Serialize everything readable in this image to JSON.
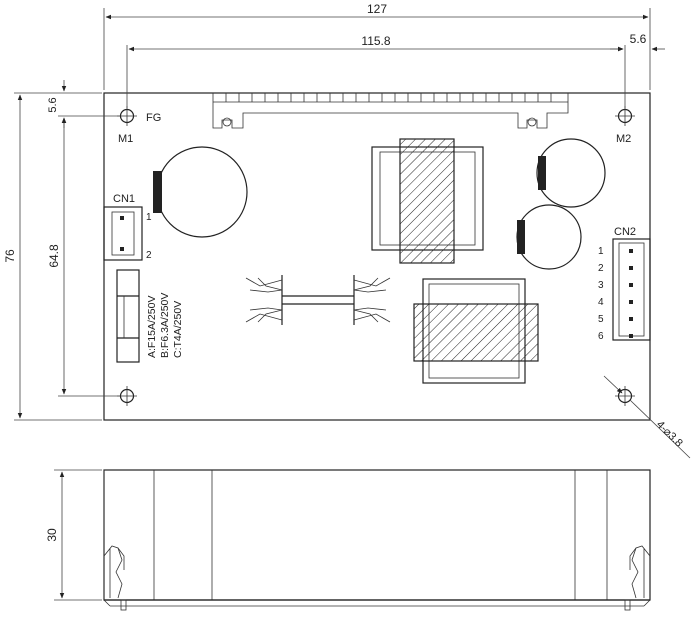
{
  "dimensions": {
    "overall_width": "127",
    "hole_pitch_x": "115.8",
    "hole_offset_x": "5.6",
    "hole_offset_y": "5.6",
    "hole_pitch_y": "64.8",
    "overall_height": "76",
    "height_side": "30",
    "hole_spec": "4-⌀3.8"
  },
  "labels": {
    "fg": "FG",
    "m1": "M1",
    "m2": "M2",
    "cn1": "CN1",
    "cn2": "CN2"
  },
  "cn1_pins": [
    "1",
    "2"
  ],
  "cn2_pins": [
    "1",
    "2",
    "3",
    "4",
    "5",
    "6"
  ],
  "fuse_ratings": [
    "A:F15A/250V",
    "B:F6.3A/250V",
    "C:T4A/250V"
  ]
}
